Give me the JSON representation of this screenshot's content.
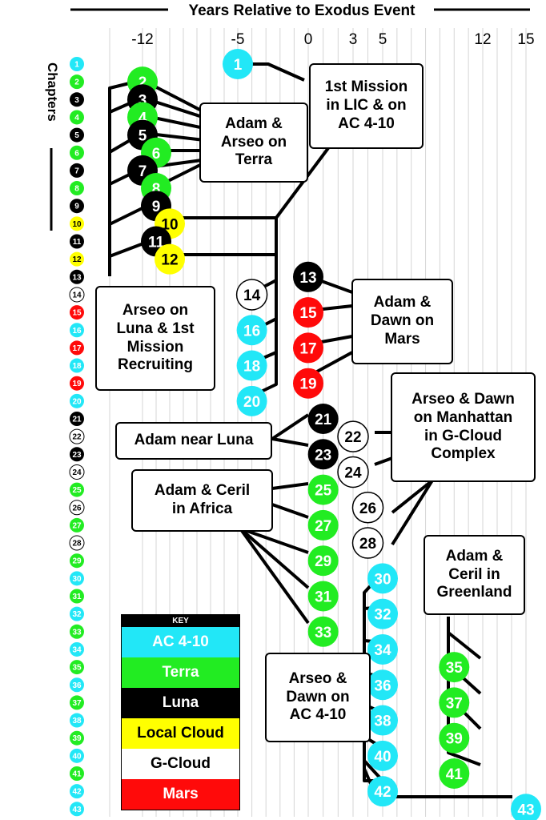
{
  "title": "Years Relative to Exodus Event",
  "ylabel": "Chapters",
  "colors": {
    "AC": "#22e7f7",
    "Terra": "#22ec22",
    "Luna": "#000000",
    "LC": "#ffff00",
    "GC": "#ffffff",
    "Mars": "#ff0a0a"
  },
  "chart_data": {
    "type": "timeline",
    "x_ticks": [
      -12,
      -5,
      0,
      3,
      5,
      12,
      15
    ],
    "chapters": [
      {
        "n": "1",
        "loc": "AC",
        "year": -5
      },
      {
        "n": "2",
        "loc": "Terra",
        "year": -12
      },
      {
        "n": "3",
        "loc": "Luna",
        "year": -12
      },
      {
        "n": "4",
        "loc": "Terra",
        "year": -12
      },
      {
        "n": "5",
        "loc": "Luna",
        "year": -12
      },
      {
        "n": "6",
        "loc": "Terra",
        "year": -11
      },
      {
        "n": "7",
        "loc": "Luna",
        "year": -12
      },
      {
        "n": "8",
        "loc": "Terra",
        "year": -11
      },
      {
        "n": "9",
        "loc": "Luna",
        "year": -11
      },
      {
        "n": "10",
        "loc": "LC",
        "year": -10
      },
      {
        "n": "11",
        "loc": "Luna",
        "year": -11
      },
      {
        "n": "12",
        "loc": "LC",
        "year": -10
      },
      {
        "n": "13",
        "loc": "Luna",
        "year": 0
      },
      {
        "n": "14",
        "loc": "GC",
        "year": -4
      },
      {
        "n": "15",
        "loc": "Mars",
        "year": 0
      },
      {
        "n": "16",
        "loc": "AC",
        "year": -4
      },
      {
        "n": "17",
        "loc": "Mars",
        "year": 0
      },
      {
        "n": "18",
        "loc": "AC",
        "year": -4
      },
      {
        "n": "19",
        "loc": "Mars",
        "year": 0
      },
      {
        "n": "20",
        "loc": "AC",
        "year": -4
      },
      {
        "n": "21",
        "loc": "Luna",
        "year": 1
      },
      {
        "n": "22",
        "loc": "GC",
        "year": 3
      },
      {
        "n": "23",
        "loc": "Luna",
        "year": 1
      },
      {
        "n": "24",
        "loc": "GC",
        "year": 3
      },
      {
        "n": "25",
        "loc": "Terra",
        "year": 1
      },
      {
        "n": "26",
        "loc": "GC",
        "year": 4
      },
      {
        "n": "27",
        "loc": "Terra",
        "year": 1
      },
      {
        "n": "28",
        "loc": "GC",
        "year": 4
      },
      {
        "n": "29",
        "loc": "Terra",
        "year": 1
      },
      {
        "n": "30",
        "loc": "AC",
        "year": 5
      },
      {
        "n": "31",
        "loc": "Terra",
        "year": 1
      },
      {
        "n": "32",
        "loc": "AC",
        "year": 5
      },
      {
        "n": "33",
        "loc": "Terra",
        "year": 1
      },
      {
        "n": "34",
        "loc": "AC",
        "year": 5
      },
      {
        "n": "35",
        "loc": "Terra",
        "year": 10
      },
      {
        "n": "36",
        "loc": "AC",
        "year": 5
      },
      {
        "n": "37",
        "loc": "Terra",
        "year": 10
      },
      {
        "n": "38",
        "loc": "AC",
        "year": 5
      },
      {
        "n": "39",
        "loc": "Terra",
        "year": 10
      },
      {
        "n": "40",
        "loc": "AC",
        "year": 5
      },
      {
        "n": "41",
        "loc": "Terra",
        "year": 10
      },
      {
        "n": "42",
        "loc": "AC",
        "year": 5
      },
      {
        "n": "43",
        "loc": "AC",
        "year": 15
      }
    ],
    "groups": [
      {
        "id": "g1",
        "label": "1st Mission\nin LIC & on\nAC 4-10",
        "members": [
          "1"
        ]
      },
      {
        "id": "g2",
        "label": "Adam &\nArseo on\nTerra",
        "members": [
          "2",
          "3",
          "4",
          "5",
          "6",
          "7",
          "8"
        ]
      },
      {
        "id": "g3",
        "label": "Arseo on\nLuna & 1st\nMission\nRecruiting",
        "members": [
          "9",
          "10",
          "11",
          "12",
          "14",
          "16",
          "18",
          "20"
        ]
      },
      {
        "id": "g4",
        "label": "Adam &\nDawn on\nMars",
        "members": [
          "13",
          "15",
          "17",
          "19"
        ]
      },
      {
        "id": "g5",
        "label": "Arseo & Dawn\non Manhattan\nin G-Cloud\nComplex",
        "members": [
          "22",
          "24",
          "26",
          "28"
        ]
      },
      {
        "id": "g6",
        "label": "Adam near Luna",
        "members": [
          "21",
          "23"
        ]
      },
      {
        "id": "g7",
        "label": "Adam & Ceril\nin Africa",
        "members": [
          "25",
          "27",
          "29",
          "31",
          "33"
        ]
      },
      {
        "id": "g8",
        "label": "Adam &\nCeril in\nGreenland",
        "members": [
          "35",
          "37",
          "39",
          "41"
        ]
      },
      {
        "id": "g9",
        "label": "Arseo &\nDawn on\nAC 4-10",
        "members": [
          "30",
          "32",
          "34",
          "36",
          "38",
          "40",
          "42",
          "43"
        ]
      }
    ]
  },
  "key": {
    "title": "KEY",
    "rows": [
      {
        "label": "AC 4-10",
        "loc": "AC"
      },
      {
        "label": "Terra",
        "loc": "Terra"
      },
      {
        "label": "Luna",
        "loc": "Luna"
      },
      {
        "label": "Local Cloud",
        "loc": "LC"
      },
      {
        "label": "G-Cloud",
        "loc": "GC"
      },
      {
        "label": "Mars",
        "loc": "Mars"
      }
    ]
  }
}
